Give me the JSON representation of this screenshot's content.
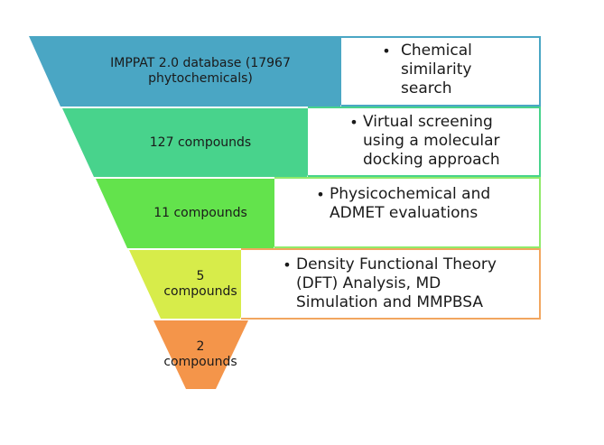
{
  "stages": [
    {
      "label": "IMPPAT 2.0 database (17967\nphytochemicals)",
      "color": "#4aa6c4",
      "description": "Chemical\nsimilarity\nsearch",
      "box_color": "#4aa6c4"
    },
    {
      "label": "127 compounds",
      "color": "#48d38c",
      "description": "Virtual screening\nusing a molecular\ndocking approach",
      "box_color": "#48d38c"
    },
    {
      "label": "11 compounds",
      "color": "#63e34c",
      "description": "Physicochemical and\nADMET evaluations",
      "box_color": "#90ea6a"
    },
    {
      "label": "5\ncompounds",
      "color": "#d7ec4a",
      "description": "Density Functional Theory\n(DFT) Analysis, MD\nSimulation and MMPBSA",
      "box_color": "#f2a65f"
    },
    {
      "label": "2\ncompounds",
      "color": "#f4954a"
    }
  ],
  "bullet_symbol": "•"
}
